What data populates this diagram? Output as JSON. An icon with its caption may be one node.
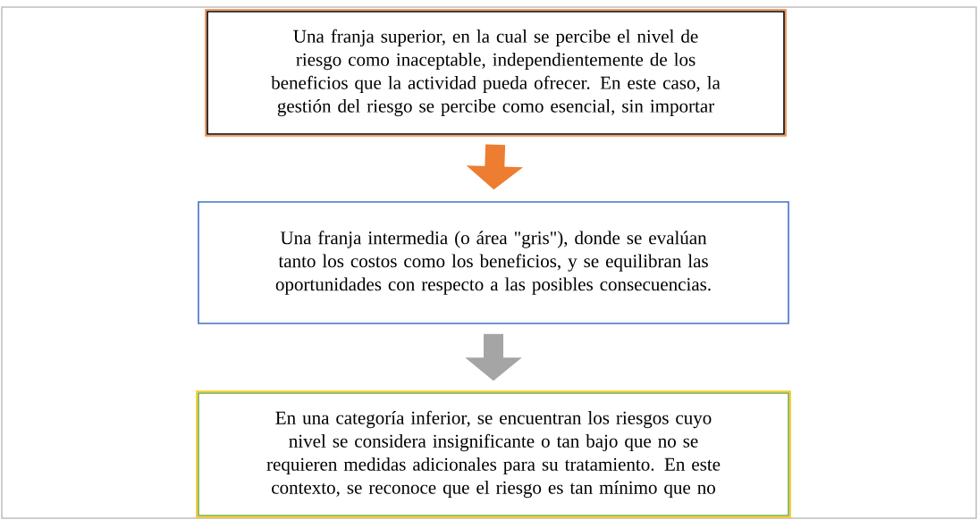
{
  "diagram": {
    "nodes": [
      {
        "text": [
          "Una franja superior, en la cual se percibe el nivel de riesgo como inaceptable, independientemente de los beneficios que la actividad pueda ofrecer. En este caso, la gestión del riesgo se percibe como esencial, sin importar"
        ]
      },
      {
        "text": [
          "Una franja intermedia (o área \"gris\"), donde se evalúan tanto los costos como los beneficios, y se equilibran las oportunidades con respecto a las posibles consecuencias."
        ]
      },
      {
        "text": [
          "En una categoría inferior, se encuentran los riesgos cuyo nivel se considera insignificante o tan bajo que no se requieren medidas adicionales para su tratamiento. En este contexto, se reconoce que el riesgo es tan mínimo que no"
        ]
      }
    ],
    "edges": [
      {
        "from": 0,
        "to": 1,
        "arrow": "to",
        "color": "#ed7d31"
      },
      {
        "from": 1,
        "to": 2,
        "arrow": "to",
        "color": "#a5a5a5"
      }
    ]
  }
}
